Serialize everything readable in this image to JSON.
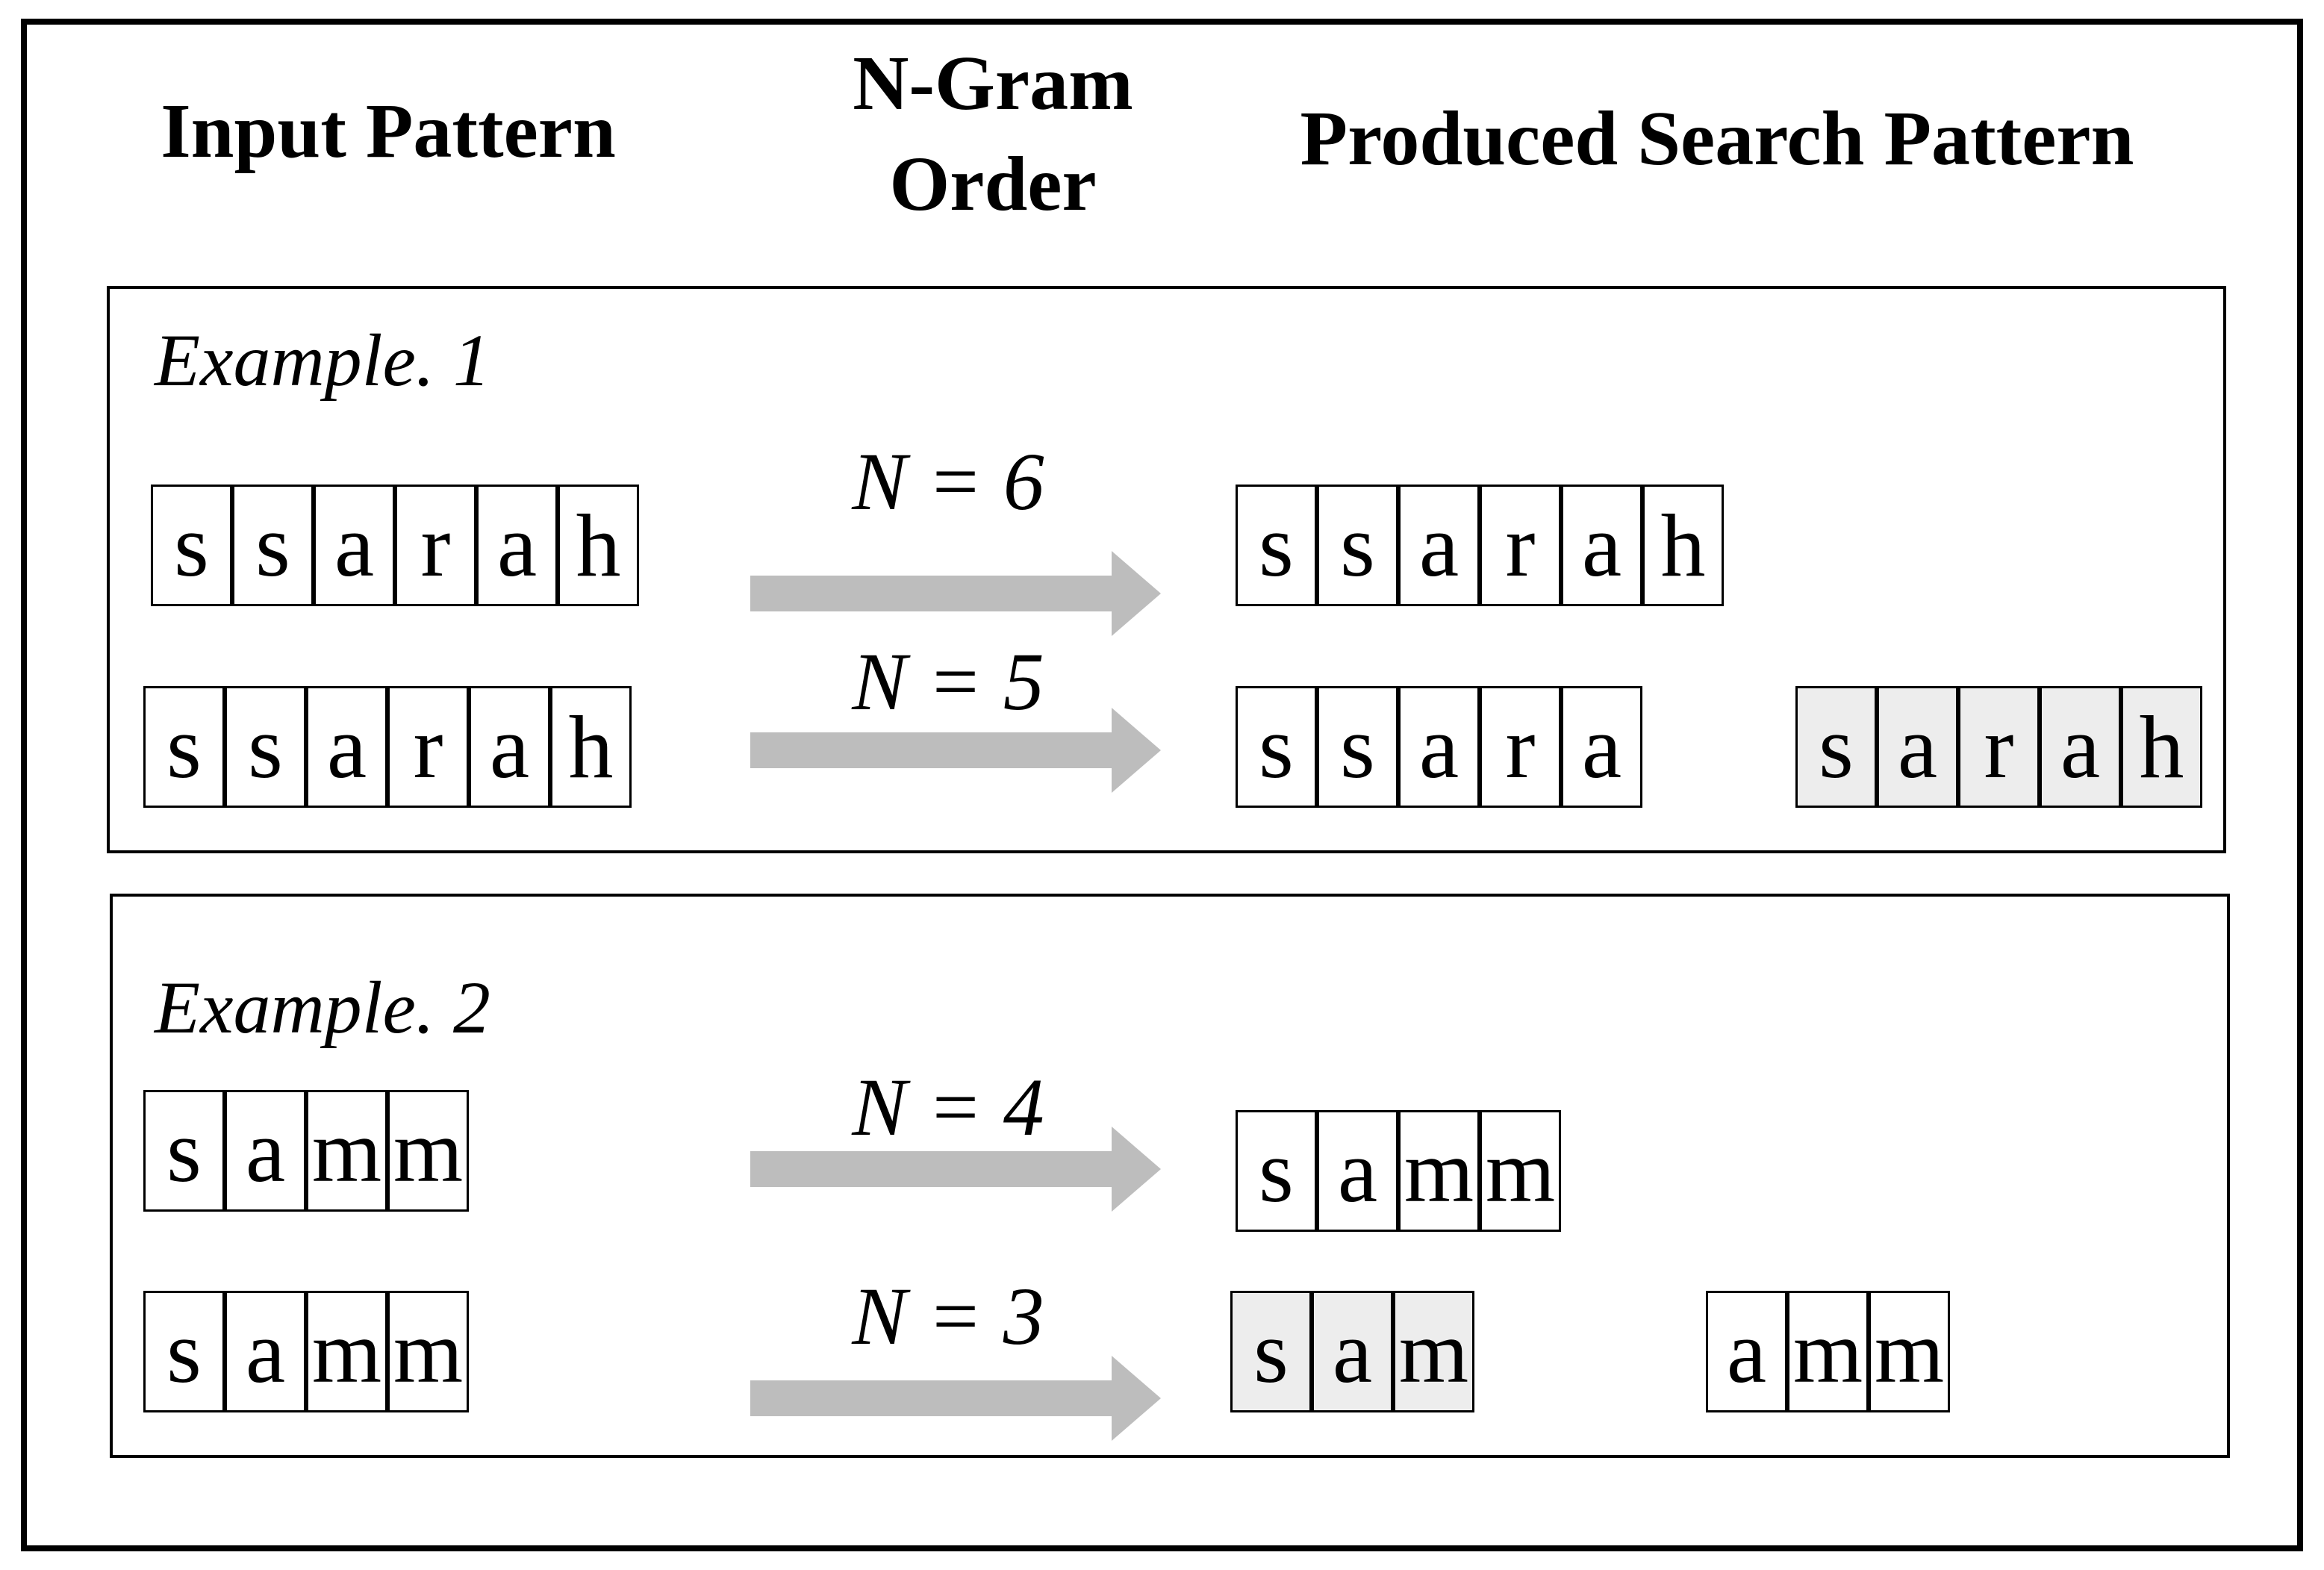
{
  "header": {
    "input_pattern": "Input Pattern",
    "ngram_line1": "N-Gram",
    "ngram_line2": "Order",
    "produced": "Produced Search Pattern"
  },
  "colors": {
    "arrow": "#bdbdbd",
    "shaded_cell": "#ededed",
    "border": "#000000",
    "background": "#ffffff"
  },
  "example1": {
    "title": "Example. 1",
    "row1": {
      "label": "N = 6",
      "input": {
        "letters": [
          "s",
          "s",
          "a",
          "r",
          "a",
          "h"
        ],
        "shaded": false
      },
      "output1": {
        "letters": [
          "s",
          "s",
          "a",
          "r",
          "a",
          "h"
        ],
        "shaded": false
      }
    },
    "row2": {
      "label": "N = 5",
      "input": {
        "letters": [
          "s",
          "s",
          "a",
          "r",
          "a",
          "h"
        ],
        "shaded": false
      },
      "output1": {
        "letters": [
          "s",
          "s",
          "a",
          "r",
          "a"
        ],
        "shaded": false
      },
      "output2": {
        "letters": [
          "s",
          "a",
          "r",
          "a",
          "h"
        ],
        "shaded": true
      }
    }
  },
  "example2": {
    "title": "Example. 2",
    "row1": {
      "label": "N = 4",
      "input": {
        "letters": [
          "s",
          "a",
          "m",
          "m"
        ],
        "shaded": false
      },
      "output1": {
        "letters": [
          "s",
          "a",
          "m",
          "m"
        ],
        "shaded": false
      }
    },
    "row2": {
      "label": "N = 3",
      "input": {
        "letters": [
          "s",
          "a",
          "m",
          "m"
        ],
        "shaded": false
      },
      "output1": {
        "letters": [
          "s",
          "a",
          "m"
        ],
        "shaded": true
      },
      "output2": {
        "letters": [
          "a",
          "m",
          "m"
        ],
        "shaded": false
      }
    }
  }
}
